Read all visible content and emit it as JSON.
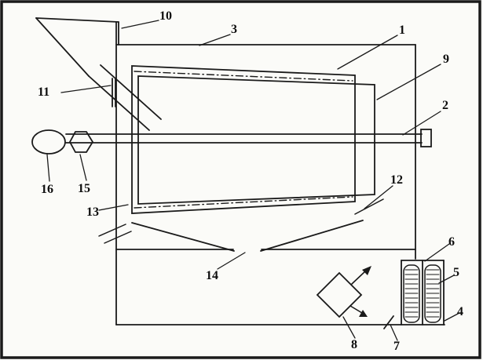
{
  "figure": {
    "kind": "patent-line-drawing",
    "labels": {
      "l1": "1",
      "l2": "2",
      "l3": "3",
      "l4": "4",
      "l5": "5",
      "l6": "6",
      "l7": "7",
      "l8": "8",
      "l9": "9",
      "l10": "10",
      "l11": "11",
      "l12": "12",
      "l13": "13",
      "l14": "14",
      "l15": "15",
      "l16": "16"
    }
  }
}
